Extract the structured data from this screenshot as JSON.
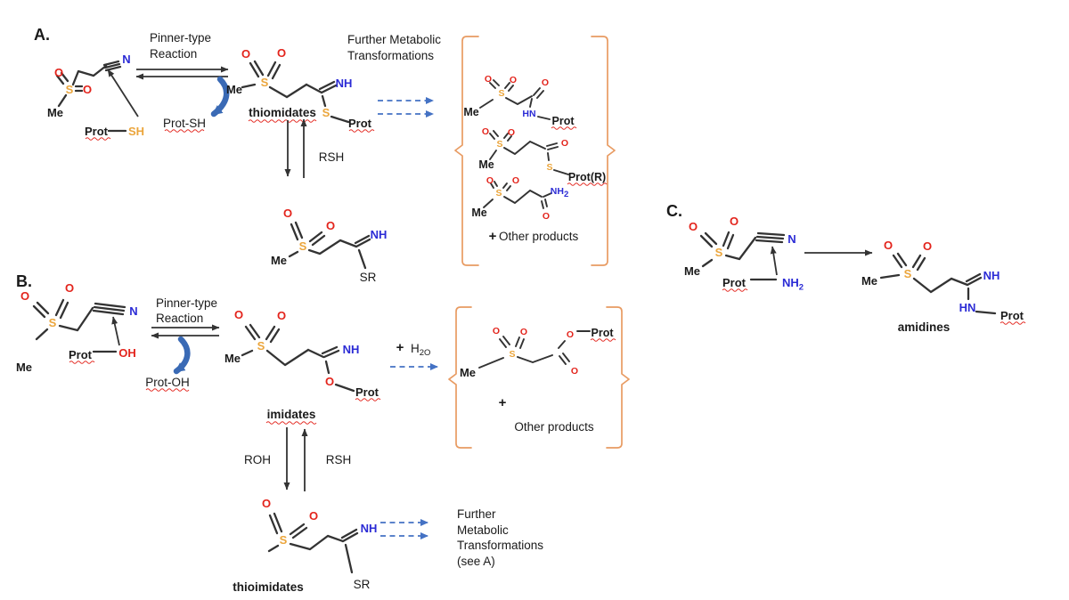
{
  "colors": {
    "background": "#FFFFFF",
    "sulfur": "#EBA53B",
    "oxygen": "#E3241C",
    "nitrogen": "#2B2BD5",
    "bond": "#333333",
    "curved_arrow_blue": "#3A6AB5",
    "dashed_arrow_blue": "#4472C4",
    "bracket_orange": "#E89B62",
    "squiggle_red": "#E3241C",
    "text": "#1A1A1A"
  },
  "atoms": {
    "me": "Me",
    "s": "S",
    "o": "O",
    "n": "N",
    "nh": "NH",
    "hn": "HN",
    "sh": "SH",
    "oh": "OH",
    "sr": "SR",
    "prot": "Prot",
    "prot_r": "Prot(R)",
    "sub2": "2",
    "plus": "+"
  },
  "sections": {
    "a": {
      "label": "A.",
      "pinner1": "Pinner-type",
      "pinner2": "Reaction",
      "prot_sh": "Prot-SH",
      "product_name": "thiomidates",
      "rsh": "RSH",
      "further1": "Further Metabolic",
      "further2": "Transformations",
      "other_products": "Other products"
    },
    "b": {
      "label": "B.",
      "pinner1": "Pinner-type",
      "pinner2": "Reaction",
      "prot_oh": "Prot-OH",
      "product_name": "imidates",
      "h": "H",
      "h2o_sub": "2O",
      "roh": "ROH",
      "rsh": "RSH",
      "bottom_product_name": "thioimidates",
      "further1": "Further",
      "further2": "Metabolic",
      "further3": "Transformations",
      "further4": "(see A)",
      "other_products": "Other products"
    },
    "c": {
      "label": "C.",
      "product_name": "amidines"
    }
  }
}
